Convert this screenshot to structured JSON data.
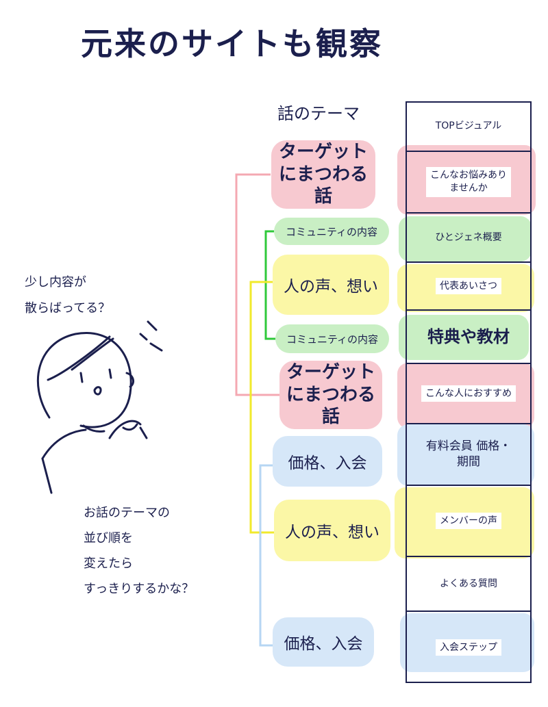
{
  "title": "元来のサイトも観察",
  "themes_label": "話のテーマ",
  "themes": [
    {
      "label": "ターゲットにまつわる話",
      "color": "pink"
    },
    {
      "label": "コミュニティの内容",
      "color": "green"
    },
    {
      "label": "人の声、想い",
      "color": "yellow"
    },
    {
      "label": "コミュニティの内容",
      "color": "green"
    },
    {
      "label": "ターゲットにまつわる話",
      "color": "pink"
    },
    {
      "label": "価格、入会",
      "color": "blue"
    },
    {
      "label": "人の声、想い",
      "color": "yellow"
    },
    {
      "label": "価格、入会",
      "color": "blue"
    }
  ],
  "sections": [
    {
      "label": "TOPビジュアル"
    },
    {
      "label": "こんなお悩みありませんか"
    },
    {
      "label": "ひとジェネ概要"
    },
    {
      "label": "代表あいさつ"
    },
    {
      "label": "特典や教材"
    },
    {
      "label": "こんな人におすすめ"
    },
    {
      "label": "有料会員 価格・期間"
    },
    {
      "label": "メンバーの声"
    },
    {
      "label": "よくある質問"
    },
    {
      "label": "入会ステップ"
    }
  ],
  "person_question": [
    "少し内容が",
    "散らばってる？"
  ],
  "person_suggestion": [
    "お話のテーマの",
    "並び順を",
    "変えたら",
    "すっきりするかな？"
  ],
  "colors": {
    "ink": "#1b1f4d",
    "pink": "#f7c9d0",
    "green": "#c9efc4",
    "yellow": "#fbf7a6",
    "blue": "#d6e7f8",
    "line_pink": "#f4a8b2",
    "line_green": "#2fc93a",
    "line_yellow": "#f1ea2c",
    "line_blue": "#b6d6f3"
  }
}
